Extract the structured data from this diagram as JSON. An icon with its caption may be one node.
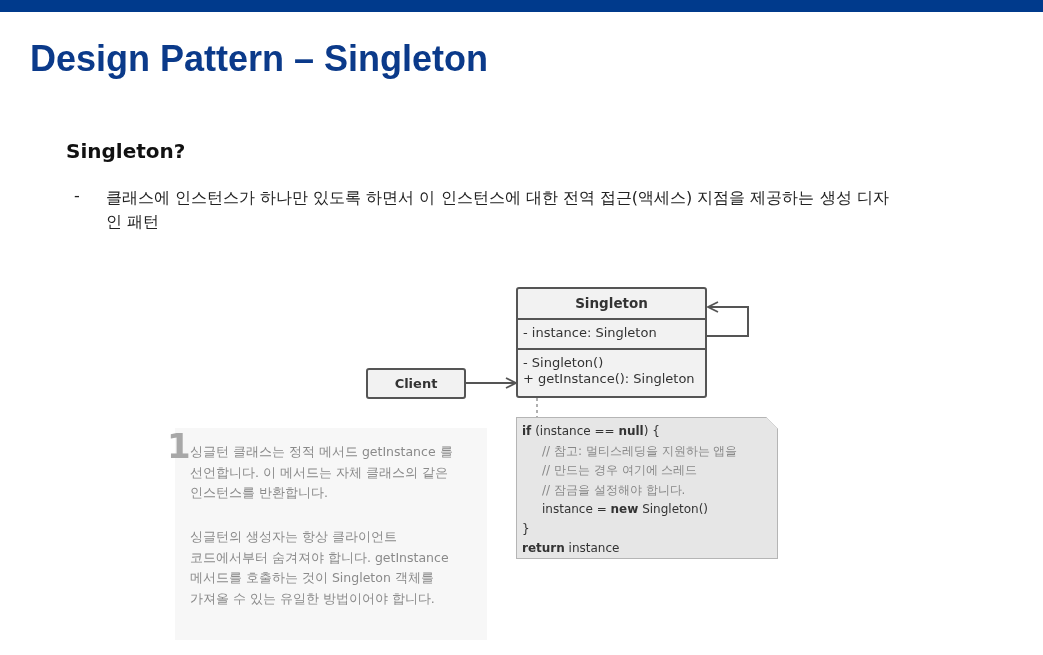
{
  "diagram": {
    "title": "Design Pattern – Singleton",
    "nodes": [
      {
        "text": [
          "Singleton",
          "- instance: Singleton",
          "- Singleton()",
          "+ getInstance(): Singleton"
        ]
      },
      {
        "text": [
          "Client"
        ]
      },
      {
        "text": [
          "**if** (instance == **null**) {",
          "// 참고: 멀티스레딩을 지원하는 앱을",
          "// 만드는 경우 여기에 스레드",
          "// 잠금을 설정해야 합니다.",
          "instance = **new** Singleton()",
          "}",
          "**return** instance"
        ]
      },
      {
        "text": [
          "1",
          "싱글턴 클래스는 정적 메서드 getInstance 를 선언합니다. 이 메서드는 자체 클래스의 같은 인스턴스를 반환합니다.",
          "싱글턴의 생성자는 항상 클라이언트 코드에서부터 숨겨져야 합니다. getInstance 메서드를 호출하는 것이 Singleton 객체를 가져올 수 있는 유일한 방법이어야 합니다."
        ]
      }
    ],
    "edges": [
      {
        "from": 1,
        "to": 0,
        "arrow": "to"
      },
      {
        "from": 0,
        "to": 0,
        "arrow": "to"
      },
      {
        "from": 0,
        "to": 2,
        "arrow": "none",
        "style": "dashed",
        "color": "#b0b0b0"
      }
    ],
    "labels": [
      "Singleton?",
      "-",
      "클래스에 인스턴스가 하나만 있도록 하면서 이 인스턴스에 대한 전역 접근(액세스) 지점을 제공하는 생성 디자인 패턴"
    ]
  }
}
